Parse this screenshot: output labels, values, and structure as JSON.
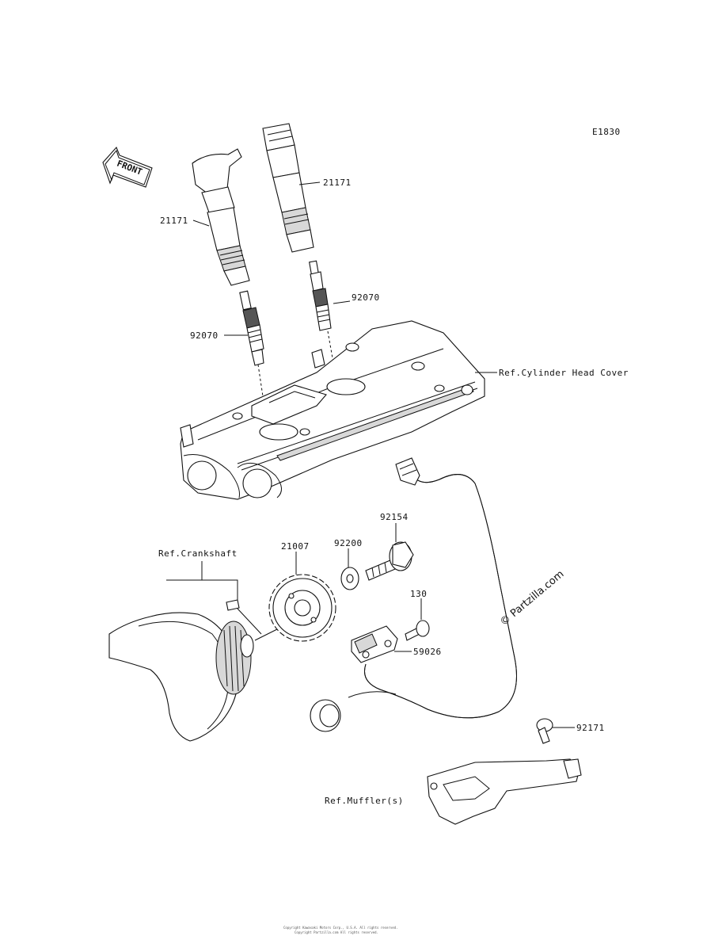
{
  "diagram_code": "E1830",
  "front_arrow_label": "FRONT",
  "watermark": "© Partzilla.com",
  "labels": {
    "coil_left": "21171",
    "coil_right": "21171",
    "plug_left": "92070",
    "plug_right": "92070",
    "head_cover_ref": "Ref.Cylinder Head Cover",
    "crankshaft_ref": "Ref.Crankshaft",
    "rotor": "21007",
    "washer": "92200",
    "rotor_bolt": "92154",
    "sensor_bolt": "130",
    "pickup_coil": "59026",
    "clamp_bolt": "92171",
    "muffler_ref": "Ref.Muffler(s)"
  },
  "footer_lines": [
    "Copyright Kawasaki Motors Corp., U.S.A. All rights reserved.",
    "Copyright Partzilla.com All rights reserved."
  ]
}
